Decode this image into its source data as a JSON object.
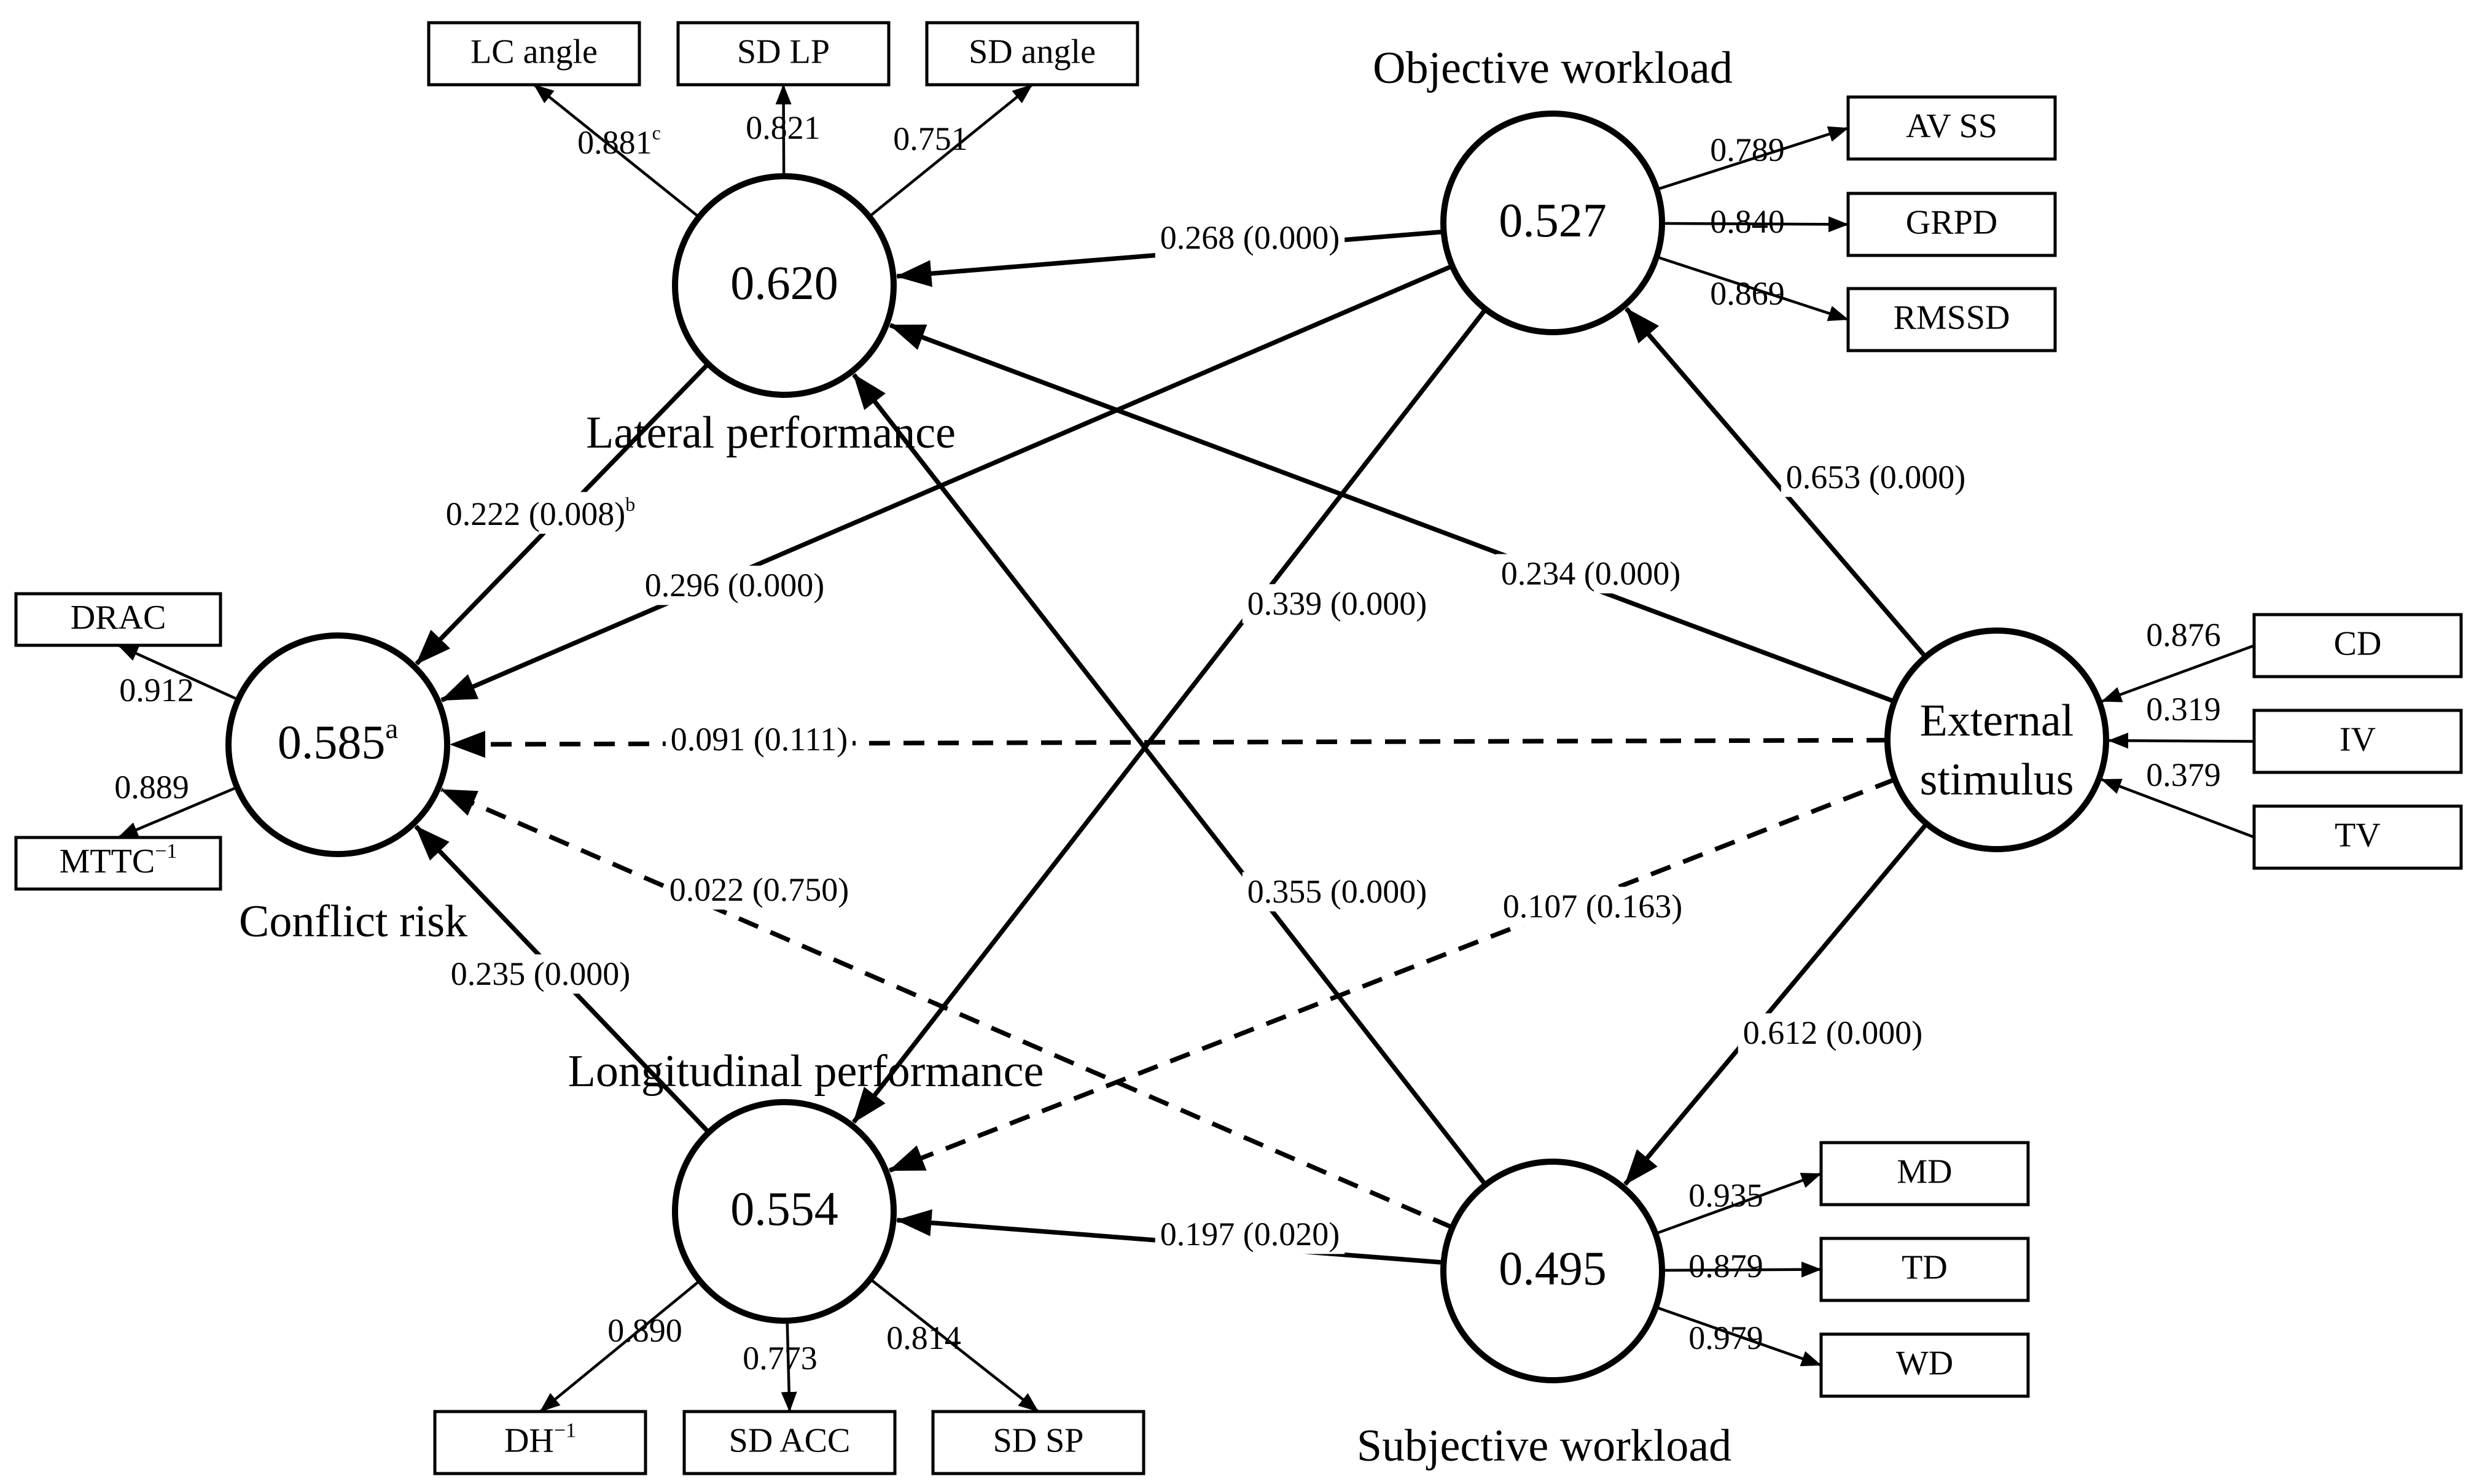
{
  "nodes": [
    {
      "id": "lateral",
      "value": "0.620",
      "sup": "",
      "name_lines": [
        "Lateral performance"
      ]
    },
    {
      "id": "objective",
      "value": "0.527",
      "sup": "",
      "name_lines": [
        "Objective workload"
      ]
    },
    {
      "id": "conflict",
      "value": "0.585",
      "sup": "a",
      "name_lines": [
        "Conflict risk"
      ]
    },
    {
      "id": "external",
      "value": "",
      "sup": "",
      "name_lines": [
        "External",
        "stimulus"
      ]
    },
    {
      "id": "longitudinal",
      "value": "0.554",
      "sup": "",
      "name_lines": [
        "Longitudinal performance"
      ]
    },
    {
      "id": "subjective",
      "value": "0.495",
      "sup": "",
      "name_lines": [
        "Subjective workload"
      ]
    }
  ],
  "indicators": [
    {
      "id": "lc-angle",
      "parts": [
        {
          "t": "LC angle"
        }
      ]
    },
    {
      "id": "sd-lp",
      "parts": [
        {
          "t": "SD LP"
        }
      ]
    },
    {
      "id": "sd-angle",
      "parts": [
        {
          "t": "SD angle"
        }
      ]
    },
    {
      "id": "av-ss",
      "parts": [
        {
          "t": "AV SS"
        }
      ]
    },
    {
      "id": "grpd",
      "parts": [
        {
          "t": "GRPD"
        }
      ]
    },
    {
      "id": "rmssd",
      "parts": [
        {
          "t": "RMSSD"
        }
      ]
    },
    {
      "id": "drac",
      "parts": [
        {
          "t": "DRAC"
        }
      ]
    },
    {
      "id": "mttc",
      "parts": [
        {
          "t": "MTTC"
        },
        {
          "t": "−1",
          "sup": true
        }
      ]
    },
    {
      "id": "cd",
      "parts": [
        {
          "t": "CD"
        }
      ]
    },
    {
      "id": "iv",
      "parts": [
        {
          "t": "IV"
        }
      ]
    },
    {
      "id": "tv",
      "parts": [
        {
          "t": "TV"
        }
      ]
    },
    {
      "id": "md",
      "parts": [
        {
          "t": "MD"
        }
      ]
    },
    {
      "id": "td",
      "parts": [
        {
          "t": "TD"
        }
      ]
    },
    {
      "id": "wd",
      "parts": [
        {
          "t": "WD"
        }
      ]
    },
    {
      "id": "dh",
      "parts": [
        {
          "t": "DH"
        },
        {
          "t": "−1",
          "sup": true
        }
      ]
    },
    {
      "id": "sd-acc",
      "parts": [
        {
          "t": "SD ACC"
        }
      ]
    },
    {
      "id": "sd-sp",
      "parts": [
        {
          "t": "SD SP"
        }
      ]
    }
  ],
  "loadings": [
    {
      "id": "lc-angle",
      "parts": [
        {
          "t": "0.881"
        },
        {
          "t": "c",
          "sup": true
        }
      ]
    },
    {
      "id": "sd-lp",
      "parts": [
        {
          "t": "0.821"
        }
      ]
    },
    {
      "id": "sd-angle",
      "parts": [
        {
          "t": "0.751"
        }
      ]
    },
    {
      "id": "av-ss",
      "parts": [
        {
          "t": "0.789"
        }
      ]
    },
    {
      "id": "grpd",
      "parts": [
        {
          "t": "0.840"
        }
      ]
    },
    {
      "id": "rmssd",
      "parts": [
        {
          "t": "0.869"
        }
      ]
    },
    {
      "id": "drac",
      "parts": [
        {
          "t": "0.912"
        }
      ]
    },
    {
      "id": "mttc",
      "parts": [
        {
          "t": "0.889"
        }
      ]
    },
    {
      "id": "cd",
      "parts": [
        {
          "t": "0.876"
        }
      ]
    },
    {
      "id": "iv",
      "parts": [
        {
          "t": "0.319"
        }
      ]
    },
    {
      "id": "tv",
      "parts": [
        {
          "t": "0.379"
        }
      ]
    },
    {
      "id": "md",
      "parts": [
        {
          "t": "0.935"
        }
      ]
    },
    {
      "id": "td",
      "parts": [
        {
          "t": "0.879"
        }
      ]
    },
    {
      "id": "wd",
      "parts": [
        {
          "t": "0.979"
        }
      ]
    },
    {
      "id": "dh",
      "parts": [
        {
          "t": "0.890"
        }
      ]
    },
    {
      "id": "sd-acc",
      "parts": [
        {
          "t": "0.773"
        }
      ]
    },
    {
      "id": "sd-sp",
      "parts": [
        {
          "t": "0.814"
        }
      ]
    }
  ],
  "paths": [
    {
      "id": "objective-lateral",
      "parts": [
        {
          "t": "0.268 (0.000)"
        }
      ],
      "dashed": false
    },
    {
      "id": "external-objective",
      "parts": [
        {
          "t": "0.653 (0.000)"
        }
      ],
      "dashed": false
    },
    {
      "id": "lateral-conflict",
      "parts": [
        {
          "t": "0.222 (0.008)"
        },
        {
          "t": "b",
          "sup": true
        }
      ],
      "dashed": false
    },
    {
      "id": "objective-conflict",
      "parts": [
        {
          "t": "0.296 (0.000)"
        }
      ],
      "dashed": false
    },
    {
      "id": "objective-longitudinal",
      "parts": [
        {
          "t": "0.339 (0.000)"
        }
      ],
      "dashed": false
    },
    {
      "id": "external-lateral",
      "parts": [
        {
          "t": "0.234 (0.000)"
        }
      ],
      "dashed": false
    },
    {
      "id": "external-conflict",
      "parts": [
        {
          "t": "0.091 (0.111)"
        }
      ],
      "dashed": true
    },
    {
      "id": "subjective-conflict",
      "parts": [
        {
          "t": "0.022 (0.750)"
        }
      ],
      "dashed": true
    },
    {
      "id": "subjective-lateral",
      "parts": [
        {
          "t": "0.355 (0.000)"
        }
      ],
      "dashed": false
    },
    {
      "id": "external-longitudinal",
      "parts": [
        {
          "t": "0.107 (0.163)"
        }
      ],
      "dashed": true
    },
    {
      "id": "longitudinal-conflict",
      "parts": [
        {
          "t": "0.235 (0.000)"
        }
      ],
      "dashed": false
    },
    {
      "id": "external-subjective",
      "parts": [
        {
          "t": "0.612 (0.000)"
        }
      ],
      "dashed": false
    },
    {
      "id": "subjective-longitudinal",
      "parts": [
        {
          "t": "0.197 (0.020)"
        }
      ],
      "dashed": false
    }
  ]
}
